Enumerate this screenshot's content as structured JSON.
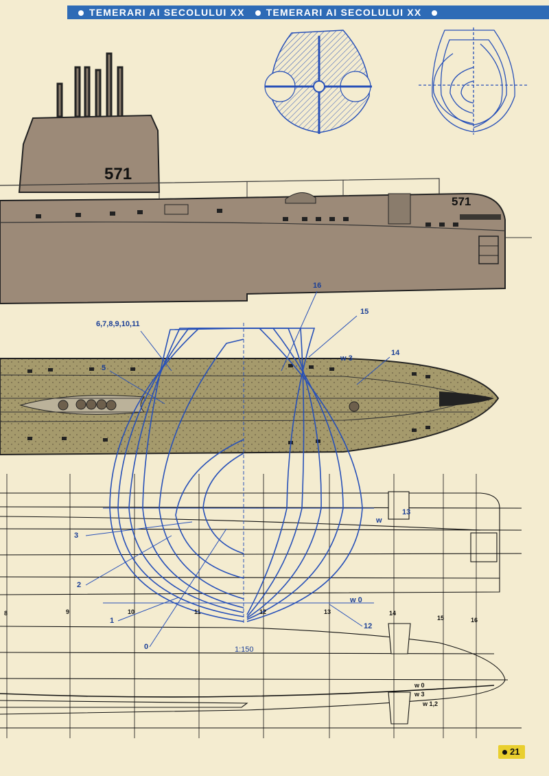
{
  "header": {
    "series_title_1": "TEMERARI AI SECOLULUI XX",
    "series_title_2": "TEMERARI AI SECOLULUI XX"
  },
  "hull_number_sail": "571",
  "hull_number_bow": "571",
  "labels": {
    "l_16": "16",
    "l_15": "15",
    "l_14": "14",
    "l_6_11": "6,7,8,9,10,11",
    "l_5": "5",
    "l_w3": "w 3",
    "l_w0_blue": "w 0",
    "l_13": "13",
    "l_w_13": "w",
    "l_3": "3",
    "l_2": "2",
    "l_1": "1",
    "l_0": "0",
    "l_12": "12",
    "l_scale": "1:150"
  },
  "frame_numbers": [
    "8",
    "9",
    "10",
    "11",
    "12",
    "13",
    "14",
    "15",
    "16"
  ],
  "waterlines": {
    "w0": "w 0",
    "w3": "w 3",
    "w12": "w 1,2"
  },
  "page_number": "21",
  "colors": {
    "blue_line": "#2750b8",
    "hull_fill": "#9c8a78",
    "deck_fill": "#a59a6c",
    "header_blue": "#2e6bb6",
    "page_badge": "#e9cf2e"
  }
}
